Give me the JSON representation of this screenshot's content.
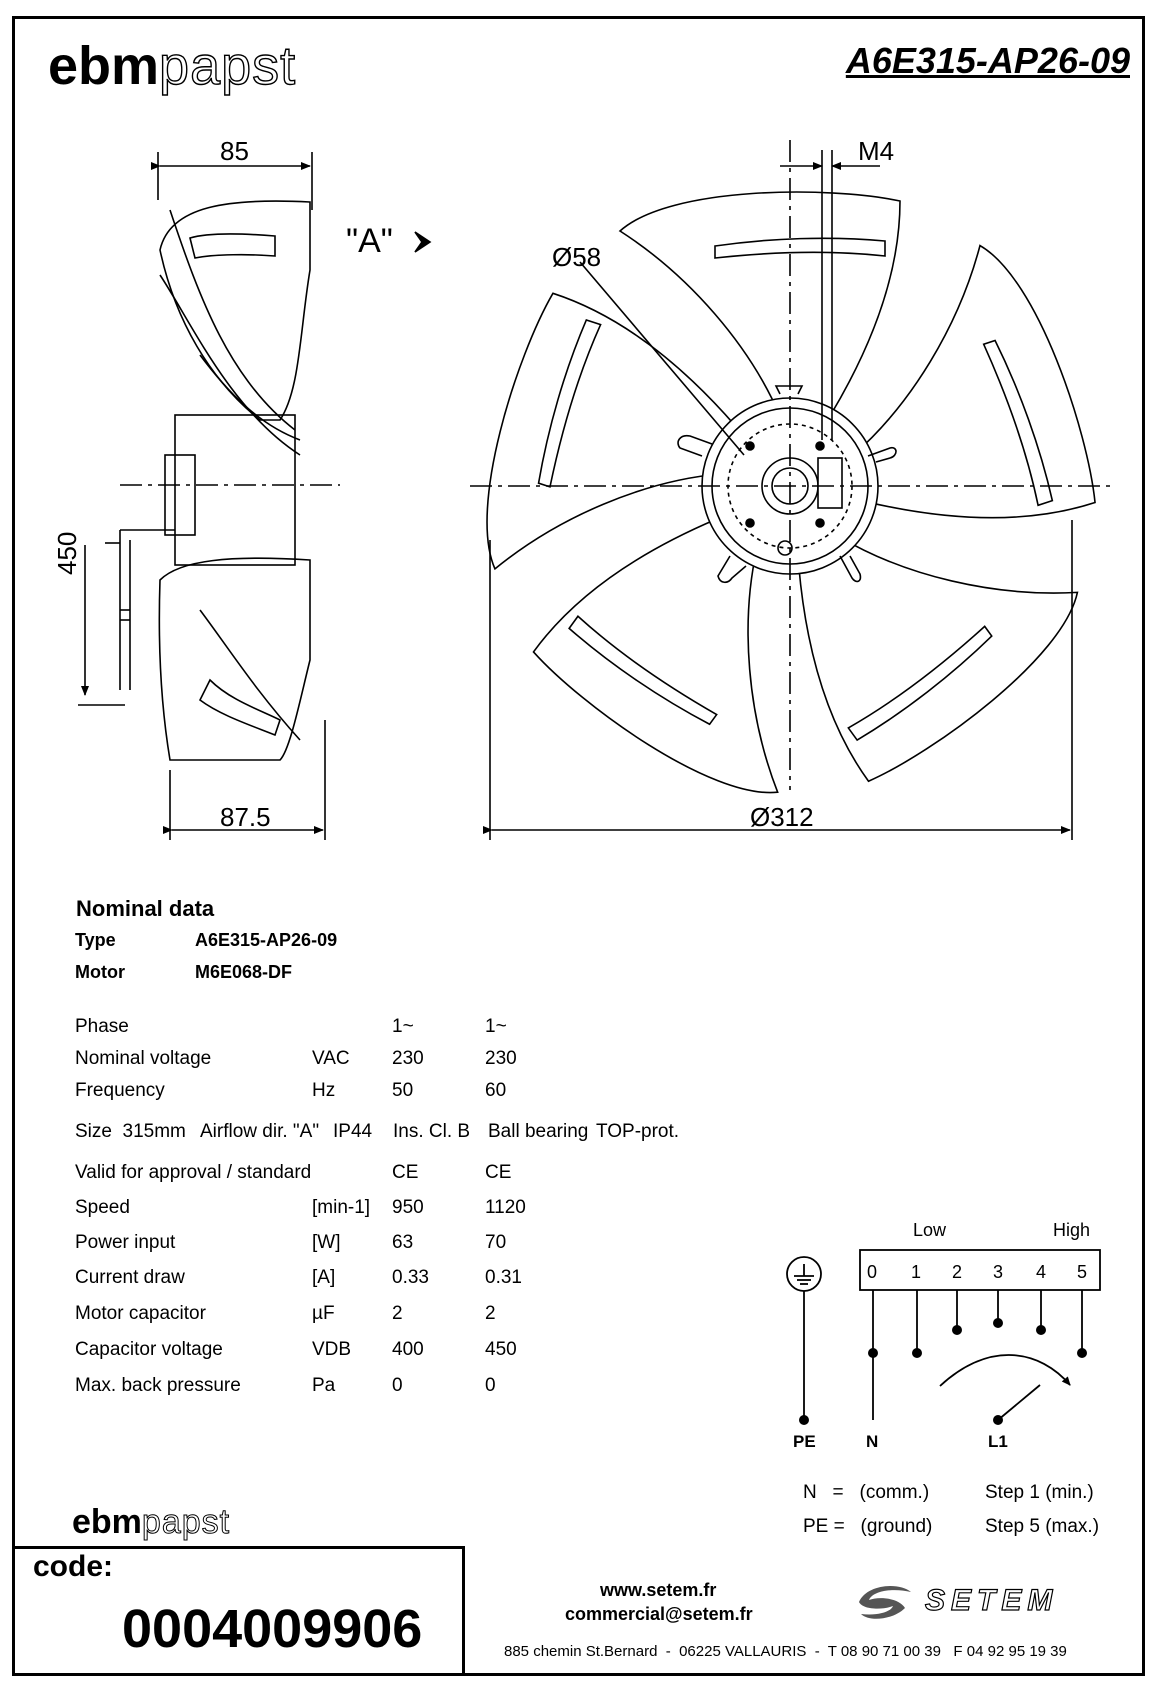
{
  "header": {
    "brand_ebm": "ebm",
    "brand_papst": "papst",
    "model": "A6E315-AP26-09"
  },
  "drawing": {
    "dim_85": "85",
    "dim_m4": "M4",
    "view_label": "\"A\"",
    "dim_d58": "Ø58",
    "dim_450": "450",
    "dim_875": "87.5",
    "dim_d312": "Ø312"
  },
  "nominal": {
    "title": "Nominal data",
    "type_label": "Type",
    "type_value": "A6E315-AP26-09",
    "motor_label": "Motor",
    "motor_value": "M6E068-DF",
    "rows": [
      {
        "name": "Phase",
        "unit": "",
        "v50": "1~",
        "v60": "1~"
      },
      {
        "name": "Nominal voltage",
        "unit": "VAC",
        "v50": "230",
        "v60": "230"
      },
      {
        "name": "Frequency",
        "unit": "Hz",
        "v50": "50",
        "v60": "60"
      }
    ],
    "size_line": {
      "size": "Size  315mm",
      "airflow": "Airflow dir. \"A\"",
      "ip": "IP44",
      "ins": "Ins. Cl. B",
      "bearing": "Ball bearing",
      "prot": "TOP-prot."
    },
    "rows2": [
      {
        "name": "Valid for approval / standard",
        "unit": "",
        "v50": "CE",
        "v60": "CE"
      },
      {
        "name": "Speed",
        "unit": "[min-1]",
        "v50": "950",
        "v60": "1120"
      },
      {
        "name": "Power input",
        "unit": "[W]",
        "v50": "63",
        "v60": "70"
      },
      {
        "name": "Current draw",
        "unit": "[A]",
        "v50": "0.33",
        "v60": "0.31"
      },
      {
        "name": "Motor capacitor",
        "unit": "µF",
        "v50": "2",
        "v60": "2"
      },
      {
        "name": "Capacitor voltage",
        "unit": "VDB",
        "v50": "400",
        "v60": "450"
      },
      {
        "name": "Max. back pressure",
        "unit": "Pa",
        "v50": "0",
        "v60": "0"
      }
    ]
  },
  "wiring": {
    "low": "Low",
    "high": "High",
    "terminals": [
      "0",
      "1",
      "2",
      "3",
      "4",
      "5"
    ],
    "pe": "PE",
    "n": "N",
    "l1": "L1",
    "legend_n": "N   =   (comm.)",
    "legend_pe": "PE =   (ground)",
    "step1": "Step 1 (min.)",
    "step5": "Step 5 (max.)"
  },
  "footer": {
    "brand_ebm": "ebm",
    "brand_papst": "papst",
    "code_label": "code:",
    "code_value": "0004009906",
    "web": "www.setem.fr",
    "email": "commercial@setem.fr",
    "address": "885 chemin St.Bernard  -  06225 VALLAURIS  -  T 08 90 71 00 39   F 04 92 95 19 39",
    "setem": "SETEM"
  }
}
